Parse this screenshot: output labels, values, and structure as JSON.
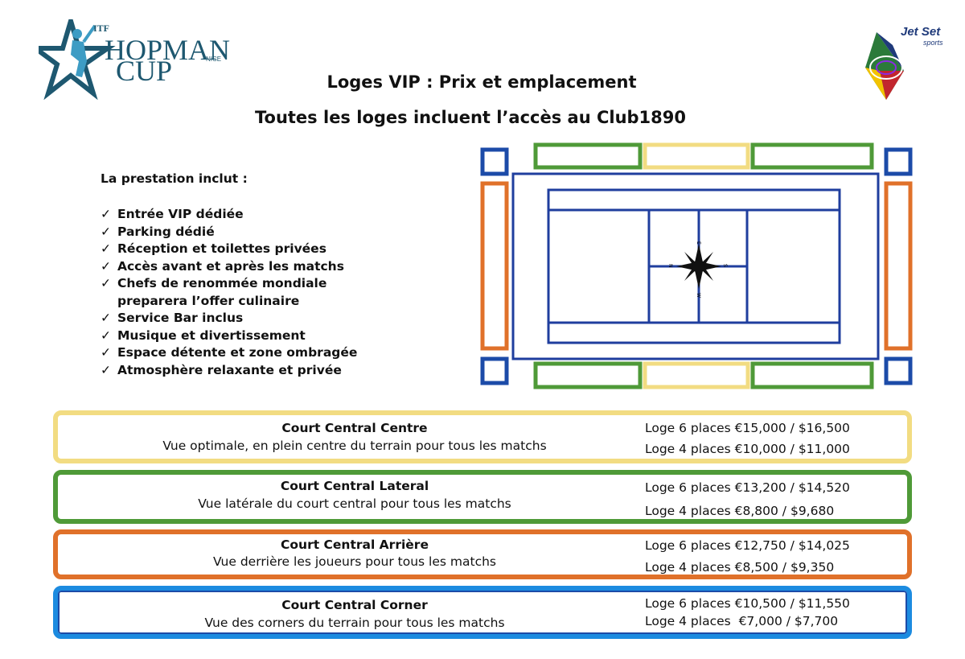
{
  "logos": {
    "hopman": {
      "itf": "ITF",
      "line1": "HOPMAN",
      "line2": "CUP",
      "city": "NICE"
    },
    "jetset": {
      "line1": "Jet Set",
      "line2": "sports"
    }
  },
  "header": {
    "title": "Loges VIP : Prix et emplacement",
    "subtitle": "Toutes les loges incluent l’accès au Club1890"
  },
  "includes": {
    "title": "La prestation inclut :",
    "check": "✓",
    "items": [
      "Entrée VIP dédiée",
      "Parking dédié",
      "Réception et toilettes privées",
      "Accès avant et après les matchs",
      "Chefs de renommée mondiale preparera l’offer culinaire",
      "Service Bar inclus",
      "Musique et divertissement",
      "Espace détente et zone ombragée",
      "Atmosphère relaxante et privée"
    ]
  },
  "compass": {
    "n": "N",
    "e": "E",
    "s": "S",
    "w": "W"
  },
  "colors": {
    "centre": "#f2dc82",
    "lateral": "#4f9a38",
    "arriere": "#e0712a",
    "corner": "#1c4ba8",
    "court_lines": "#1f3e9e"
  },
  "boxes": [
    {
      "name": "Court Central Centre",
      "desc": "Vue optimale, en plein centre du terrain pour tous les matchs",
      "price6": "Loge 6 places €15,000 / $16,500",
      "price4": "Loge 4 places €10,000 / $11,000"
    },
    {
      "name": "Court Central Lateral",
      "desc": "Vue latérale du court central pour tous les matchs",
      "price6": "Loge 6 places €13,200 / $14,520",
      "price4": "Loge 4 places €8,800 / $9,680"
    },
    {
      "name": "Court Central Arrière",
      "desc": "Vue derrière les joueurs pour tous les matchs",
      "price6": "Loge 6 places €12,750 / $14,025",
      "price4": "Loge 4 places €8,500 / $9,350"
    },
    {
      "name": "Court Central Corner",
      "desc": "Vue des corners du terrain pour tous les matchs",
      "price6": "Loge 6 places €10,500 / $11,550",
      "price4": "Loge 4 places  €7,000 / $7,700"
    }
  ]
}
